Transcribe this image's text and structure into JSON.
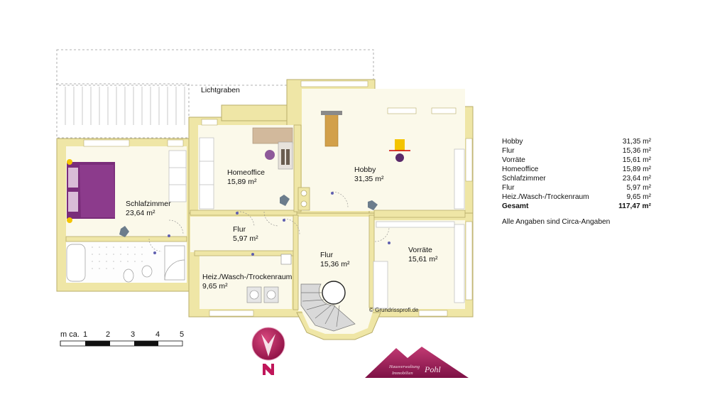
{
  "plan": {
    "lichtgraben_label": "Lichtgraben",
    "copyright": "© Grundrissprofi.de",
    "rooms": {
      "schlafzimmer": {
        "name": "Schlafzimmer",
        "area": "23,64 m²"
      },
      "homeoffice": {
        "name": "Homeoffice",
        "area": "15,89 m²"
      },
      "hobby": {
        "name": "Hobby",
        "area": "31,35 m²"
      },
      "flur_upper": {
        "name": "Flur",
        "area": "5,97 m²"
      },
      "flur_lower": {
        "name": "Flur",
        "area": "15,36 m²"
      },
      "vorraete": {
        "name": "Vorräte",
        "area": "15,61 m²"
      },
      "heizraum": {
        "name": "Heiz./Wasch-/Trockenraum",
        "area": "9,65 m²"
      }
    }
  },
  "area_table": {
    "rows": [
      {
        "label": "Hobby",
        "value": "31,35 m²"
      },
      {
        "label": "Flur",
        "value": "15,36 m²"
      },
      {
        "label": "Vorräte",
        "value": "15,61 m²"
      },
      {
        "label": "Homeoffice",
        "value": "15,89 m²"
      },
      {
        "label": "Schlafzimmer",
        "value": "23,64 m²"
      },
      {
        "label": "Flur",
        "value": "5,97 m²"
      },
      {
        "label": "Heiz./Wasch-/Trockenraum",
        "value": "9,65 m²"
      }
    ],
    "total": {
      "label": "Gesamt",
      "value": "117,47 m²"
    },
    "note": "Alle Angaben sind  Circa-Angaben"
  },
  "scale_bar": {
    "prefix": "m ca.",
    "ticks": [
      "1",
      "2",
      "3",
      "4",
      "5"
    ]
  },
  "logo": {
    "line1": "Hausverwaltung",
    "line2": "Immobilien",
    "name": "Pohl"
  },
  "colors": {
    "wall": "#efe6a6",
    "wall_edge": "#b8ad6a",
    "floor": "#fbf9ea",
    "accent_purple": "#7a2d7a",
    "logo_magenta": "#b0165a",
    "logo_mountain": "#a02060"
  }
}
